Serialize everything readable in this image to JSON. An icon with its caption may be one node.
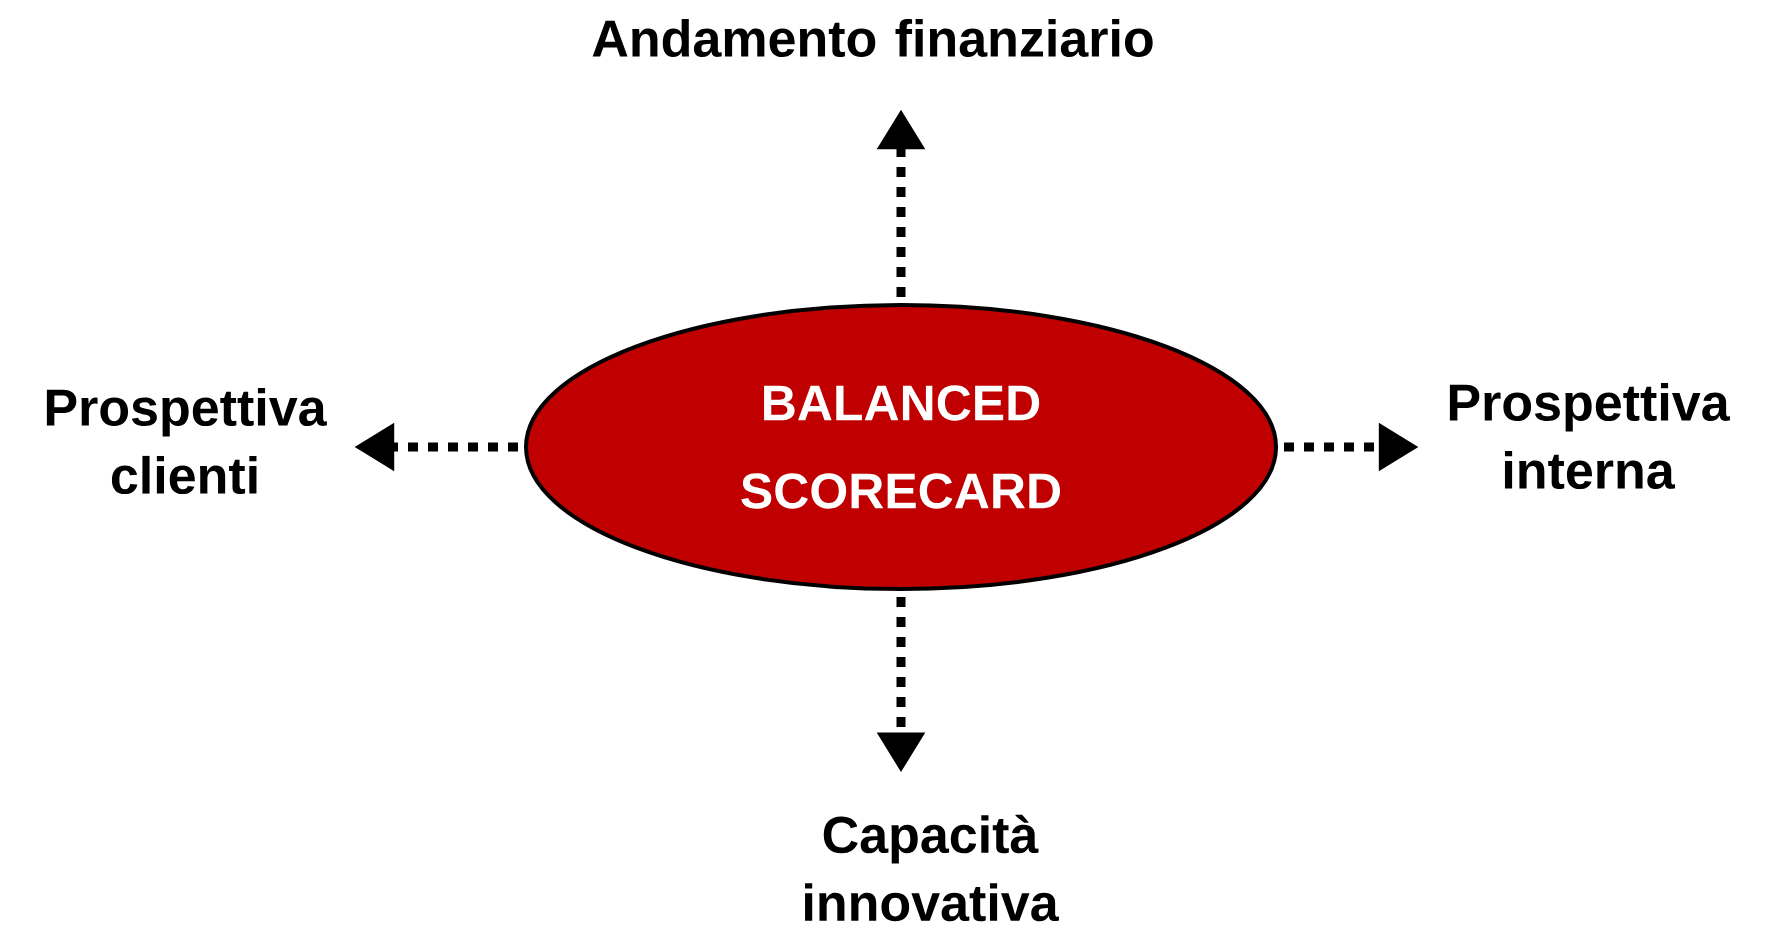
{
  "diagram": {
    "nodes": [
      {
        "text": [
          "BALANCED SCORECARD"
        ]
      },
      {
        "text": [
          "Andamento finanziario"
        ]
      },
      {
        "text": [
          "Prospettiva clienti"
        ]
      },
      {
        "text": [
          "Prospettiva interna"
        ]
      },
      {
        "text": [
          "Capacità innovativa"
        ]
      }
    ],
    "edges": [
      {
        "from": 0,
        "to": 1,
        "arrow": "to",
        "style": "dashed"
      },
      {
        "from": 0,
        "to": 2,
        "arrow": "to",
        "style": "dashed"
      },
      {
        "from": 0,
        "to": 3,
        "arrow": "to",
        "style": "dashed"
      },
      {
        "from": 0,
        "to": 4,
        "arrow": "to",
        "style": "dashed"
      }
    ]
  }
}
